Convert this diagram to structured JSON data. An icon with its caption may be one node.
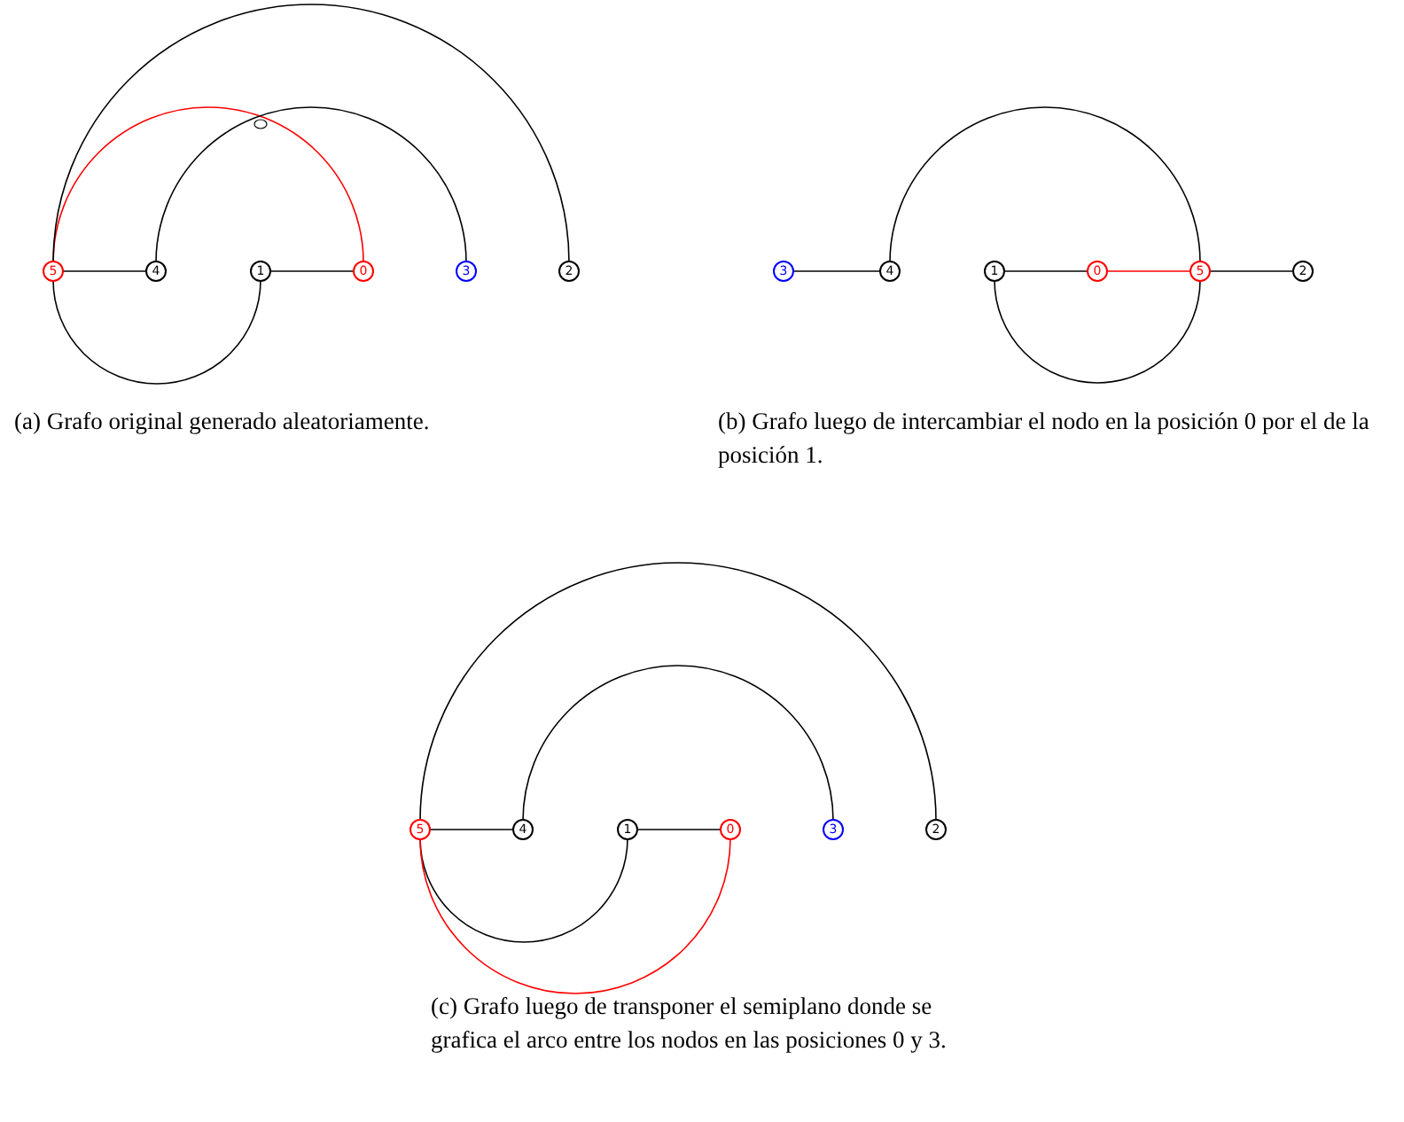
{
  "diagram": {
    "nodes": [
      {
        "text": [
          "5"
        ]
      },
      {
        "text": [
          "4"
        ]
      },
      {
        "text": [
          "1"
        ]
      },
      {
        "text": [
          "0"
        ]
      },
      {
        "text": [
          "3"
        ]
      },
      {
        "text": [
          "2"
        ]
      },
      {
        "text": [
          "3"
        ]
      },
      {
        "text": [
          "4"
        ]
      },
      {
        "text": [
          "1"
        ]
      },
      {
        "text": [
          "0"
        ]
      },
      {
        "text": [
          "5"
        ]
      },
      {
        "text": [
          "2"
        ]
      },
      {
        "text": [
          "5"
        ]
      },
      {
        "text": [
          "4"
        ]
      },
      {
        "text": [
          "1"
        ]
      },
      {
        "text": [
          "0"
        ]
      },
      {
        "text": [
          "3"
        ]
      },
      {
        "text": [
          "2"
        ]
      }
    ],
    "edges": [
      {
        "from": 0,
        "to": 1,
        "arrow": "none"
      },
      {
        "from": 2,
        "to": 3,
        "arrow": "none"
      },
      {
        "from": 0,
        "to": 3,
        "arrow": "none",
        "color": "#ff0000"
      },
      {
        "from": 1,
        "to": 4,
        "arrow": "none"
      },
      {
        "from": 0,
        "to": 5,
        "arrow": "none"
      },
      {
        "from": 0,
        "to": 2,
        "arrow": "none"
      },
      {
        "from": 6,
        "to": 7,
        "arrow": "none"
      },
      {
        "from": 8,
        "to": 9,
        "arrow": "none"
      },
      {
        "from": 9,
        "to": 10,
        "arrow": "none",
        "color": "#ff0000"
      },
      {
        "from": 10,
        "to": 11,
        "arrow": "none"
      },
      {
        "from": 7,
        "to": 10,
        "arrow": "none"
      },
      {
        "from": 8,
        "to": 10,
        "arrow": "none"
      },
      {
        "from": 12,
        "to": 13,
        "arrow": "none"
      },
      {
        "from": 14,
        "to": 15,
        "arrow": "none"
      },
      {
        "from": 13,
        "to": 16,
        "arrow": "none"
      },
      {
        "from": 12,
        "to": 17,
        "arrow": "none"
      },
      {
        "from": 12,
        "to": 14,
        "arrow": "none"
      },
      {
        "from": 12,
        "to": 15,
        "arrow": "none",
        "color": "#ff0000"
      }
    ],
    "labels": [
      "(a)  Grafo original generado aleatoriamente.",
      "(b)  Grafo luego de intercambiar el nodo en la posición 0 por el de la posición 1.",
      "(c)  Grafo luego de transponer el semiplano donde se grafica el arco entre los nodos en las posiciones 0 y 3."
    ]
  }
}
